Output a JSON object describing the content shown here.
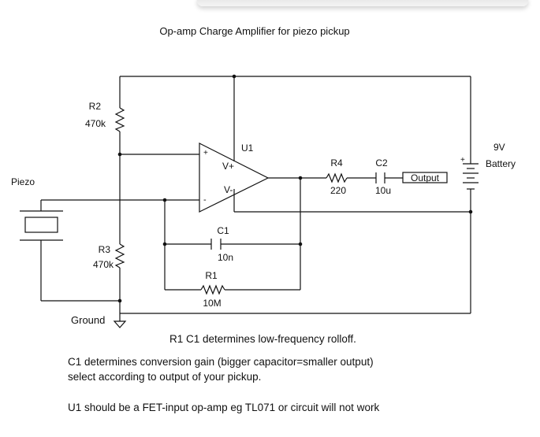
{
  "title": "Op-amp Charge Amplifier for piezo pickup",
  "components": {
    "r2": {
      "name": "R2",
      "value": "470k"
    },
    "r3": {
      "name": "R3",
      "value": "470k"
    },
    "u1": {
      "name": "U1",
      "noninv": "V+",
      "inv": "V-",
      "plus": "+",
      "minus": "-"
    },
    "r4": {
      "name": "R4",
      "value": "220"
    },
    "c2": {
      "name": "C2",
      "value": "10u"
    },
    "c1": {
      "name": "C1",
      "value": "10n"
    },
    "r1": {
      "name": "R1",
      "value": "10M"
    },
    "battery": {
      "voltage": "9V",
      "label": "Battery",
      "plus": "+"
    },
    "piezo": {
      "label": "Piezo"
    },
    "output": {
      "label": "Output"
    },
    "ground": {
      "label": "Ground"
    }
  },
  "notes": {
    "rolloff": "R1 C1 determines low-frequency rolloff.",
    "gain_line1": "C1 determines conversion gain (bigger capacitor=smaller output)",
    "gain_line2": "select according to output of your pickup.",
    "fet": "U1 should be a FET-input op-amp eg TL071 or circuit will not work"
  }
}
